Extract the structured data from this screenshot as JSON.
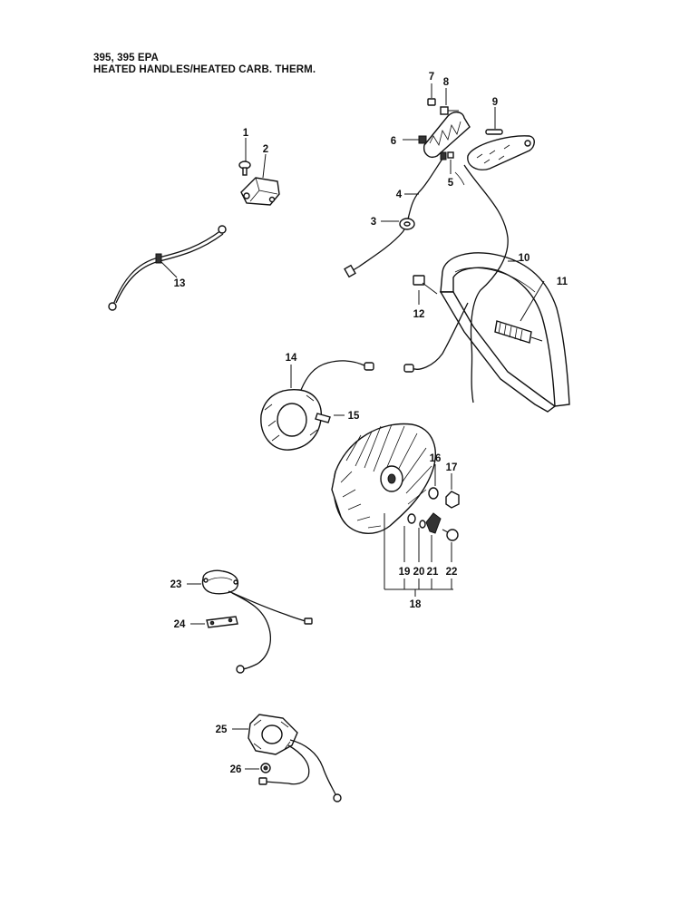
{
  "header": {
    "line1": "395, 395 EPA",
    "line2": "HEATED HANDLES/HEATED CARB. THERM."
  },
  "callouts": {
    "c1": "1",
    "c2": "2",
    "c3": "3",
    "c4": "4",
    "c5": "5",
    "c6": "6",
    "c7": "7",
    "c8": "8",
    "c9": "9",
    "c10": "10",
    "c11": "11",
    "c12": "12",
    "c13": "13",
    "c14": "14",
    "c15": "15",
    "c16": "16",
    "c17": "17",
    "c18": "18",
    "c19": "19",
    "c20": "20",
    "c21": "21",
    "c22": "22",
    "c23": "23",
    "c24": "24",
    "c25": "25",
    "c26": "26"
  }
}
